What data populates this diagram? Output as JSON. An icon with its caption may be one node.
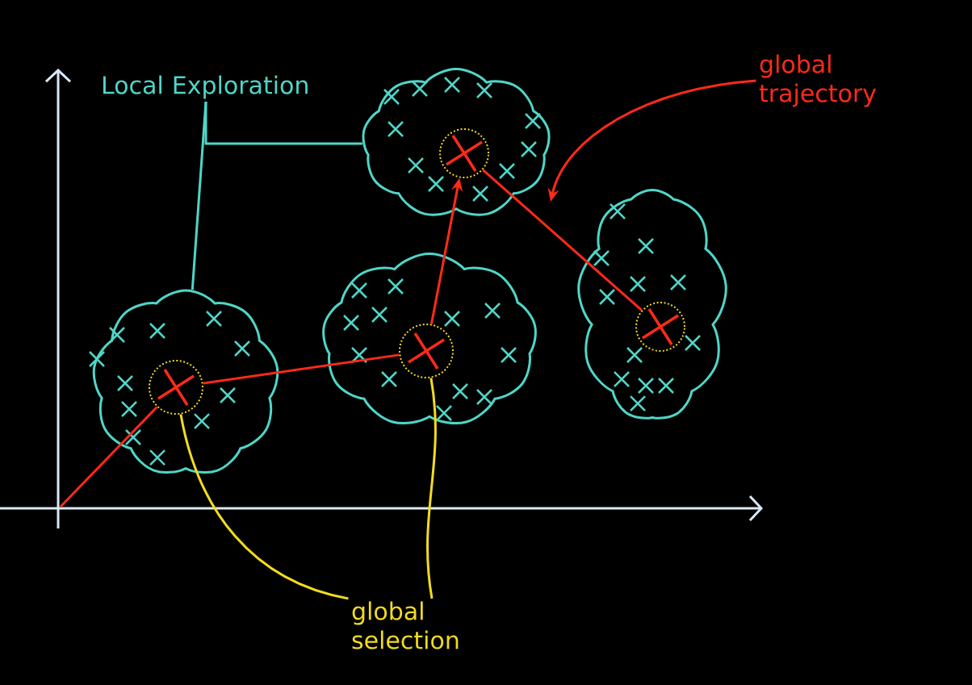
{
  "diagram": {
    "nodes": [
      {
        "text": [
          "Local Exploration"
        ]
      },
      {
        "text": [],
        "shape": "cloud"
      },
      {
        "text": [],
        "shape": "circle",
        "in": 1
      },
      {
        "text": [],
        "shape": "cloud"
      },
      {
        "text": [],
        "shape": "circle",
        "in": 3
      },
      {
        "text": [],
        "shape": "cloud"
      },
      {
        "text": [],
        "shape": "circle",
        "in": 5
      },
      {
        "text": [],
        "shape": "cloud"
      },
      {
        "text": [],
        "shape": "circle",
        "in": 7
      },
      {
        "text": [
          "global trajectory"
        ]
      },
      {
        "text": [
          "global selection"
        ]
      }
    ],
    "edges": [
      {
        "from": 0,
        "to": 5,
        "arrow": "none",
        "color": "#4fd6c8"
      },
      {
        "from": 0,
        "to": 1,
        "arrow": "none",
        "color": "#4fd6c8"
      },
      {
        "from": null,
        "to": 2,
        "arrow": "none"
      },
      {
        "from": 2,
        "to": 4,
        "arrow": "none"
      },
      {
        "from": 4,
        "to": 6,
        "arrow": "to"
      },
      {
        "from": 6,
        "to": 8,
        "arrow": "none"
      },
      {
        "from": 9,
        "to": null,
        "arrow": "to"
      },
      {
        "from": 10,
        "to": 2,
        "arrow": "none",
        "color": "#f2dc1f"
      },
      {
        "from": 10,
        "to": 4,
        "arrow": "none",
        "color": "#f2dc1f"
      }
    ]
  }
}
